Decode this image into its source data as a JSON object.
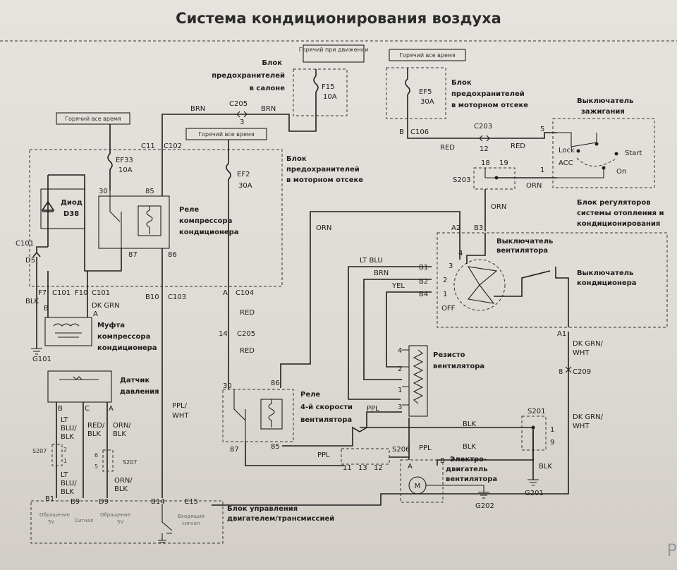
{
  "title": "Система кондиционирования воздуха",
  "hot_labels": {
    "hot_in_motion": "Горячий при движении",
    "hot_always_fuse": "Горячий все время",
    "hot_always_left": "Горячий все время",
    "hot_always_mid": "Горячий все время"
  },
  "blocks": {
    "cabin_fuse_block_1": "Блок",
    "cabin_fuse_block_2": "предохранителей",
    "cabin_fuse_block_3": "в салоне",
    "engine_fuse_block_right_1": "Блок",
    "engine_fuse_block_right_2": "предохранителей",
    "engine_fuse_block_right_3": "в моторном отсеке",
    "engine_fuse_block_mid_1": "Блок",
    "engine_fuse_block_mid_2": "предохранителей",
    "engine_fuse_block_mid_3": "в моторном отсеке",
    "ignition_switch_1": "Выключатель",
    "ignition_switch_2": "зажигания",
    "hvac_block_1": "Блок регуляторов",
    "hvac_block_2": "системы отопления и",
    "hvac_block_3": "кондиционирования",
    "fan_switch_1": "Выключатель",
    "fan_switch_2": "вентилятора",
    "ac_switch_1": "Выключатель",
    "ac_switch_2": "кондиционера",
    "compressor_relay_1": "Реле",
    "compressor_relay_2": "компрессора",
    "compressor_relay_3": "кондиционера",
    "diode_1": "Диод",
    "diode_2": "D38",
    "clutch_1": "Муфта",
    "clutch_2": "компрессора",
    "clutch_3": "кондиционера",
    "pressure_sensor_1": "Датчик",
    "pressure_sensor_2": "давления",
    "fan_resistor_1": "Резисто",
    "fan_resistor_2": "вентилятора",
    "speed_relay_1": "Реле",
    "speed_relay_2": "4-й скорости",
    "speed_relay_3": "вентилятора",
    "motor_1": "Электро-",
    "motor_2": "двигатель",
    "motor_3": "вентилятора",
    "ecu_1": "Блок управления",
    "ecu_2": "двигателем/трансмиссией",
    "motor_symbol": "M"
  },
  "fuses": {
    "f15": "F15",
    "f15_rating": "10A",
    "ef5": "EF5",
    "ef5_rating": "30A",
    "ef33": "EF33",
    "ef33_rating": "10A",
    "ef2": "EF2",
    "ef2_rating": "30A"
  },
  "connectors": {
    "c205_top": "C205",
    "c205_top_pin": "3",
    "c106": "C106",
    "c106_pin": "B",
    "c203": "C203",
    "c203_pin": "12",
    "ign_pin_5": "5",
    "ign_pin_1": "1",
    "c11": "C11",
    "c102": "C102",
    "s203": "S203",
    "s203_18": "18",
    "s203_19": "19",
    "pin_a2": "A2",
    "pin_b3": "B3",
    "pin_b1": "B1",
    "pin_b2": "B2",
    "pin_b4": "B4",
    "pin_a1": "A1",
    "fan_4": "4",
    "fan_3": "3",
    "fan_2": "2",
    "fan_1": "1",
    "fan_off": "OFF",
    "c101_left": "C101",
    "d5": "D5",
    "c101_f7": "F7",
    "c101_mid": "C101",
    "f10": "F10",
    "c101_right": "C101",
    "pin_b": "B",
    "pin_a": "A",
    "relay_30": "30",
    "relay_85": "85",
    "relay_87": "87",
    "relay_86": "86",
    "b10": "B10",
    "c103": "C103",
    "c104_pin": "A",
    "c104": "C104",
    "c205_mid_pin": "14",
    "c205_mid": "C205",
    "sr_30": "30",
    "sr_86": "86",
    "sr_87": "87",
    "sr_85": "85",
    "res_4": "4",
    "res_2": "2",
    "res_1": "1",
    "res_3": "3",
    "c209_pin": "8",
    "c209": "C209",
    "s201": "S201",
    "s201_1": "1",
    "s201_9": "9",
    "s206": "S206",
    "s206_11": "11",
    "s206_13": "13",
    "s206_12": "12",
    "motor_a": "A",
    "motor_b": "B",
    "g101": "G101",
    "g202": "G202",
    "g201": "G201",
    "ps_b": "B",
    "ps_c": "C",
    "ps_a": "A",
    "s207_left": "S207",
    "s207_right": "S207",
    "s207_l2": "2",
    "s207_l1": "1",
    "s207_r6": "6",
    "s207_r5": "5",
    "ecu_b1": "B1",
    "ecu_b9": "B9",
    "ecu_d9": "D9",
    "ecu_b14": "B14",
    "ecu_e15": "E15",
    "ign_lock": "Lock",
    "ign_acc": "ACC",
    "ign_start": "Start",
    "ign_on": "On"
  },
  "wires": {
    "brn_1": "BRN",
    "brn_2": "BRN",
    "red_ign_1": "RED",
    "red_ign_2": "RED",
    "orn_s203": "ORN",
    "orn_b3": "ORN",
    "orn_left": "ORN",
    "lt_blu": "LT BLU",
    "brn_b2": "BRN",
    "yel": "YEL",
    "blk_left": "BLK",
    "dk_grn": "DK GRN",
    "red_c104": "RED",
    "red_c205": "RED",
    "ppl_wht_1": "PPL/",
    "ppl_wht_2": "WHT",
    "ppl_mid": "PPL",
    "ppl_s206_l": "PPL",
    "ppl_s206_r": "PPL",
    "blk_top": "BLK",
    "blk_s206": "BLK",
    "blk_g201": "BLK",
    "dk_grn_wht_1_a": "DK GRN/",
    "dk_grn_wht_1_b": "WHT",
    "dk_grn_wht_2_a": "DK GRN/",
    "dk_grn_wht_2_b": "WHT",
    "lt_blu_blk_top_1": "LT",
    "lt_blu_blk_top_2": "BLU/",
    "lt_blu_blk_top_3": "BLK",
    "red_blk_1": "RED/",
    "red_blk_2": "BLK",
    "orn_blk_top_1": "ORN/",
    "orn_blk_top_2": "BLK",
    "lt_blu_blk_bot_1": "LT",
    "lt_blu_blk_bot_2": "BLU/",
    "lt_blu_blk_bot_3": "BLK",
    "orn_blk_bot_1": "ORN/",
    "orn_blk_bot_2": "BLK"
  },
  "ecu_pins": {
    "obr_5v_1": "Обращение",
    "obr_5v_2": "5V",
    "signal": "Сигнал",
    "obr_5v_3": "Обращение",
    "obr_5v_4": "5V",
    "in_signal_1": "Входящий",
    "in_signal_2": "сигнал"
  },
  "watermark": "P"
}
